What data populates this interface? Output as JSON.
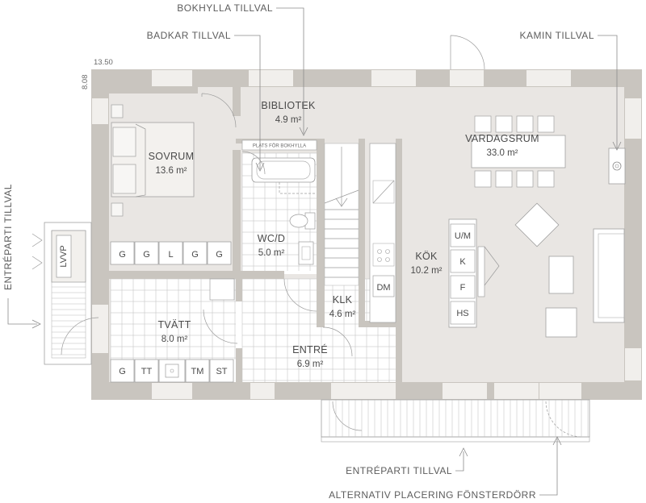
{
  "labels": {
    "bokhylla_tillval": "BOKHYLLA TILLVAL",
    "badkar_tillval": "BADKAR TILLVAL",
    "kamin_tillval": "KAMIN TILLVAL",
    "entreparti_tillval_side": "ENTRÉPARTI TILLVAL",
    "entreparti_tillval_bottom": "ENTRÉPARTI TILLVAL",
    "alternativ_placering": "ALTERNATIV PLACERING FÖNSTERDÖRR",
    "plats_for_bokhylla": "PLATS FÖR BOKHYLLA"
  },
  "dimensions": {
    "width": "13.50",
    "depth": "8.08"
  },
  "rooms": {
    "bibliotek": {
      "name": "BIBLIOTEK",
      "area": "4.9 m²"
    },
    "sovrum": {
      "name": "SOVRUM",
      "area": "13.6 m²"
    },
    "vardagsrum": {
      "name": "VARDAGSRUM",
      "area": "33.0 m²"
    },
    "wcd": {
      "name": "WC/D",
      "area": "5.0 m²"
    },
    "kok": {
      "name": "KÖK",
      "area": "10.2 m²"
    },
    "klk": {
      "name": "KLK",
      "area": "4.6 m²"
    },
    "tvatt": {
      "name": "TVÄTT",
      "area": "8.0 m²"
    },
    "entre": {
      "name": "ENTRÉ",
      "area": "6.9 m²"
    }
  },
  "wardrobes": [
    "G",
    "G",
    "L",
    "G",
    "G"
  ],
  "laundry": {
    "g": "G",
    "tt": "TT",
    "tm": "TM",
    "st": "ST"
  },
  "island": [
    "U/M",
    "K",
    "F",
    "HS"
  ],
  "kitchen": {
    "dm": "DM"
  },
  "entrance": {
    "lvvp": "LVVP"
  }
}
